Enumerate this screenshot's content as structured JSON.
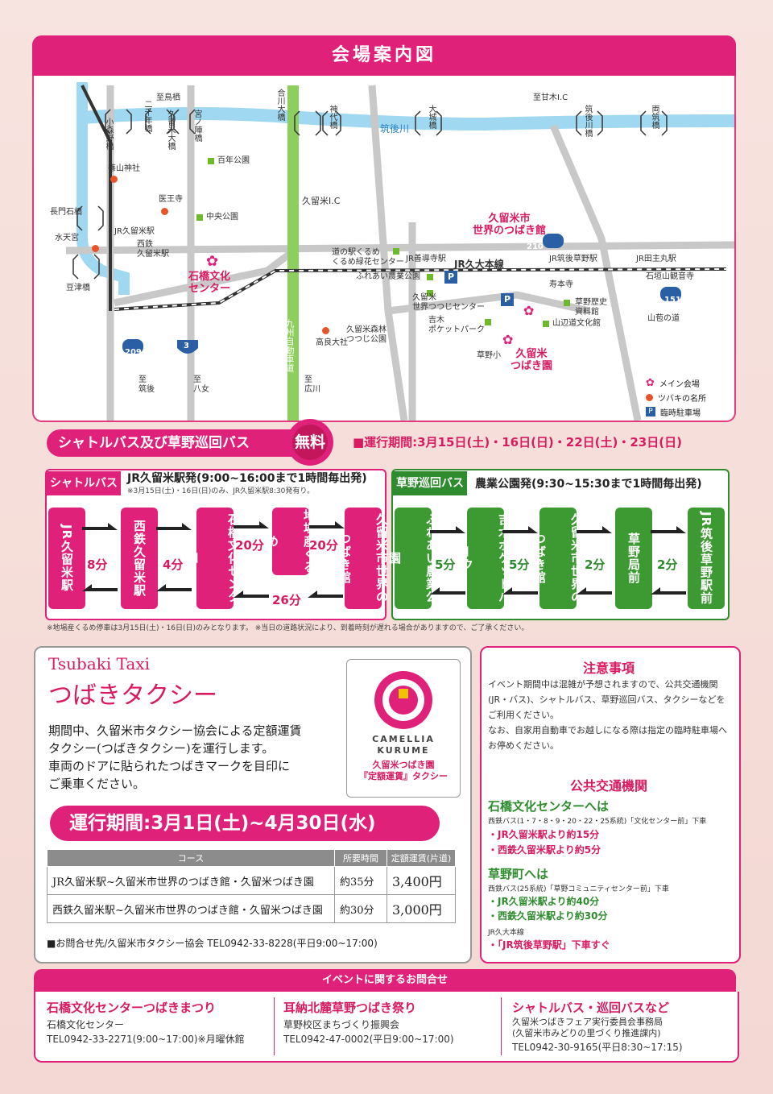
{
  "map": {
    "title": "会場案内図",
    "river": "筑後川",
    "rail_line": "JR久大本線",
    "expressway": "九州自動車道",
    "ic": "久留米I.C",
    "route_210": "210",
    "route_151": "151",
    "route_209": "209",
    "route_3": "3",
    "labels": {
      "to_toriikyo": "至鳥栖",
      "to_amagi": "至甘木I.C",
      "nisen_bashi": "二千年橋",
      "kurume_ohashi": "久留米大橋",
      "kosoriyabashi": "小森野橋",
      "miyanojin": "宮ノ陣橋",
      "aikawa_ohashi": "合川大橋",
      "kanshiro": "神代橋",
      "daijo": "大城橋",
      "chikugo_kawa_bashi": "筑後川橋",
      "ryochiku": "両筑橋",
      "sasayama": "篠山神社",
      "iouji": "医王寺",
      "hyakunen": "百年公園",
      "chuo": "中央公園",
      "nagato": "長門石橋",
      "suitengu": "水天宮",
      "toyotsu": "豆津橋",
      "jr_kurume": "JR久留米駅",
      "nishitetsu_kurume": "西鉄\n久留米駅",
      "ishibashi_center": "石橋文化\nセンター",
      "michi_no_eki": "道の駅くるめ\nくるめ緑花センター",
      "jr_zendoji": "JR善導寺駅",
      "fureai": "ふれあい農業公園",
      "tsutsuji_center": "久留米\n世界つつじセンター",
      "yoshiki": "吉木\nポケットパーク",
      "sekai_tsubaki": "久留米市\n世界のつばき館",
      "jr_chikugo_kusano": "JR筑後草野駅",
      "jr_tanushimaru": "JR田主丸駅",
      "jumotoji": "寿本寺",
      "kusano_rekishi": "草野歴史\n資料館",
      "yamabe": "山辺道文化館",
      "ishigakiyama": "石垣山観音寺",
      "yamabiko": "山苞の道",
      "kusano_sho": "草野小",
      "tsubaki_en": "久留米\nつばき園",
      "shinrin": "久留米森林\nつつじ公園",
      "kora": "高良大社",
      "to_chikushi": "至\n筑後",
      "to_yame": "至\n八女",
      "to_hirokawa": "至\n広川"
    },
    "legend": {
      "main_venue": "メイン会場",
      "tsubaki_spot": "ツバキの名所",
      "parking": "臨時駐車場"
    }
  },
  "shuttle": {
    "title": "シャトルバス及び草野巡回バス",
    "free": "無料",
    "period": "■運行期間:3月15日(土)・16日(日)・22日(土)・23日(日)",
    "left": {
      "tag": "シャトルバス",
      "route": "JR久留米駅発(9:00~16:00まで1時間毎出発)",
      "note": "※3月15日(土)・16日(日)のみ、JR久留米駅8:30発有り。",
      "stops": [
        "JR久留米駅",
        "西鉄久留米駅",
        "石橋文化センター",
        "地場産くるめ",
        "久留米市世界のつばき館"
      ],
      "mins": [
        "8分",
        "4分",
        "20分",
        "20分",
        "26分"
      ]
    },
    "right": {
      "tag": "草野巡回バス",
      "route": "農業公園発(9:30~15:30まで1時間毎出発)",
      "stops": [
        "ふれあい農業公園",
        "吉木ポケットパーク",
        "久留米市世界のつばき館",
        "草野局前",
        "JR筑後草野駅前"
      ],
      "mins": [
        "5分",
        "5分",
        "2分",
        "2分"
      ]
    },
    "footnote": "※地場産くるめ停車は3月15日(土)・16日(日)のみとなります。 ※当日の道路状況により、到着時刻が遅れる場合がありますので、ご了承ください。"
  },
  "taxi": {
    "en_title": "Tsubaki Taxi",
    "title": "つばきタクシー",
    "desc": "期間中、久留米市タクシー協会による定額運賃\nタクシー(つばきタクシー)を運行します。\n車両のドアに貼られたつばきマークを目印に\nご乗車ください。",
    "logo_en1": "CAMELLIA",
    "logo_en2": "KURUME",
    "logo_jp": "久留米つばき園\n『定額運賃』タクシー",
    "period": "運行期間:3月1日(土)~4月30日(水)",
    "table": {
      "headers": [
        "コース",
        "所要時間",
        "定額運賃(片道)"
      ],
      "rows": [
        [
          "JR久留米駅~久留米市世界のつばき館・久留米つばき園",
          "約35分",
          "3,400円"
        ],
        [
          "西鉄久留米駅~久留米市世界のつばき館・久留米つばき園",
          "約30分",
          "3,000円"
        ]
      ]
    },
    "contact": "■お問合せ先/久留米市タクシー協会 TEL0942-33-8228(平日9:00~17:00)"
  },
  "caution": {
    "title": "注意事項",
    "body": "イベント期間中は混雑が予想されますので、公共交通機関(JR・バス)、シャトルバス、草野巡回バス、タクシーなどをご利用ください。\nなお、自家用自動車でお越しになる際は指定の臨時駐車場へお停めください。",
    "transit_title": "公共交通機関",
    "ishibashi_title": "石橋文化センターへは",
    "ishibashi_bus": "西鉄バス(1・7・8・9・20・22・25系統)「文化センター前」下車",
    "ishibashi_1": "・JR久留米駅より約15分",
    "ishibashi_2": "・西鉄久留米駅より約5分",
    "kusano_title": "草野町へは",
    "kusano_bus": "西鉄バス(25系統)「草野コミュニティセンター前」下車",
    "kusano_1": "・JR久留米駅より約40分",
    "kusano_2": "・西鉄久留米駅より約30分",
    "jr_line": "JR久大本線",
    "jr_note": "・「JR筑後草野駅」下車すぐ"
  },
  "contacts": {
    "title": "イベントに関するお問合せ",
    "items": [
      {
        "title": "石橋文化センターつばきまつり",
        "org": "石橋文化センター",
        "tel": "TEL0942-33-2271(9:00~17:00)※月曜休館"
      },
      {
        "title": "耳納北麓草野つばき祭り",
        "org": "草野校区まちづくり振興会",
        "tel": "TEL0942-47-0002(平日9:00~17:00)"
      },
      {
        "title": "シャトルバス・巡回バスなど",
        "org": "久留米つばきフェア実行委員会事務局\n(久留米市みどりの里づくり推進課内)",
        "tel": "TEL0942-30-9165(平日8:30~17:15)"
      }
    ]
  }
}
